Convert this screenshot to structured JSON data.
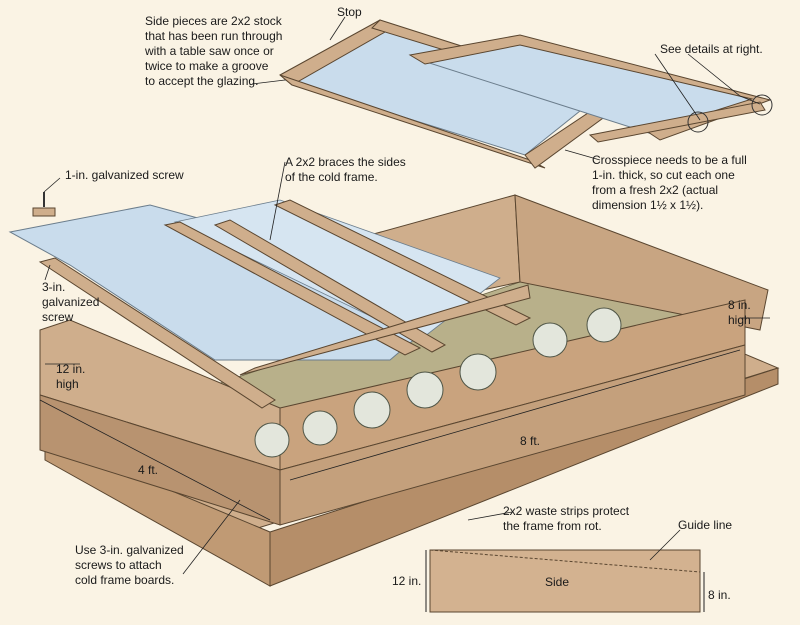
{
  "colors": {
    "background": "#faf3e4",
    "wood": "#cfae8c",
    "wood_dark": "#a88461",
    "glass": "#c9dcec",
    "soil": "#b8b08a",
    "plant": "#dfe3d8",
    "leader": "#222222"
  },
  "callouts": {
    "side_pieces": [
      "Side pieces are 2x2 stock",
      "that has been run through",
      "with a table saw once or",
      "twice to make a groove",
      "to accept the glazing."
    ],
    "stop": "Stop",
    "see_details": "See details at right.",
    "crosspiece": [
      "Crosspiece needs to be a full",
      "1-in. thick, so cut each one",
      "from a fresh 2x2 (actual",
      "dimension 1½ x 1½)."
    ],
    "screw_1in": "1-in. galvanized screw",
    "braces": [
      "A 2x2 braces the sides",
      "of the cold frame."
    ],
    "screw_3in": [
      "3-in.",
      "galvanized",
      "screw"
    ],
    "high_8in": [
      "8 in.",
      "high"
    ],
    "high_12in": [
      "12 in.",
      "high"
    ],
    "length_8ft": "8 ft.",
    "width_4ft": "4 ft.",
    "waste_strips": [
      "2x2 waste strips protect",
      "the frame from rot."
    ],
    "use_screws": [
      "Use 3-in. galvanized",
      "screws to attach",
      "cold frame boards."
    ]
  },
  "side_detail": {
    "guide_line": "Guide line",
    "label": "Side",
    "left_dim": "12 in.",
    "right_dim": "8 in."
  }
}
